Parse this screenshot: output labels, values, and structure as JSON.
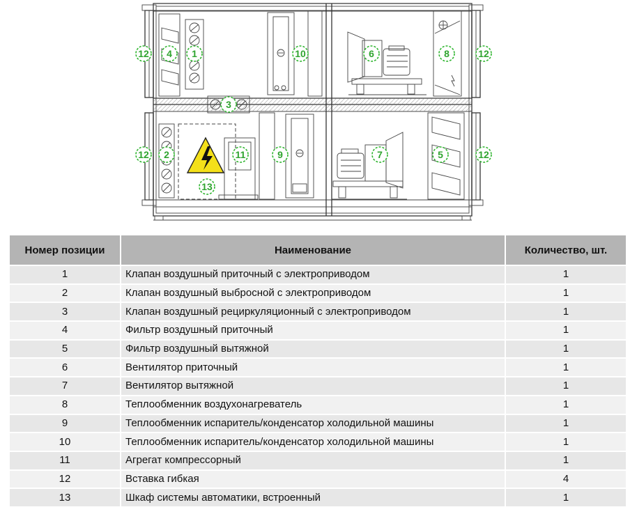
{
  "diagram": {
    "labels": [
      "1",
      "2",
      "3",
      "4",
      "5",
      "6",
      "7",
      "8",
      "9",
      "10",
      "11",
      "12",
      "13"
    ]
  },
  "table": {
    "headers": [
      "Номер позиции",
      "Наименование",
      "Количество, шт."
    ],
    "rows": [
      {
        "num": "1",
        "name": "Клапан воздушный приточный с электроприводом",
        "qty": "1"
      },
      {
        "num": "2",
        "name": "Клапан воздушный выбросной с электроприводом",
        "qty": "1"
      },
      {
        "num": "3",
        "name": "Клапан воздушный рециркуляционный с электроприводом",
        "qty": "1"
      },
      {
        "num": "4",
        "name": "Фильтр воздушный приточный",
        "qty": "1"
      },
      {
        "num": "5",
        "name": "Фильтр воздушный вытяжной",
        "qty": "1"
      },
      {
        "num": "6",
        "name": "Вентилятор приточный",
        "qty": "1"
      },
      {
        "num": "7",
        "name": "Вентилятор вытяжной",
        "qty": "1"
      },
      {
        "num": "8",
        "name": "Теплообменник воздухонагреватель",
        "qty": "1"
      },
      {
        "num": "9",
        "name": "Теплообменник испаритель/конденсатор холодильной машины",
        "qty": "1"
      },
      {
        "num": "10",
        "name": "Теплообменник испаритель/конденсатор холодильной машины",
        "qty": "1"
      },
      {
        "num": "11",
        "name": "Агрегат компрессорный",
        "qty": "1"
      },
      {
        "num": "12",
        "name": "Вставка гибкая",
        "qty": "4"
      },
      {
        "num": "13",
        "name": "Шкаф системы автоматики, встроенный",
        "qty": "1"
      }
    ]
  },
  "colors": {
    "label_green": "#2fb52f",
    "warning_yellow": "#f4e01a",
    "header_gray": "#b4b4b4",
    "row_gray": "#e7e7e7"
  },
  "icons": [
    "high-voltage-warning-icon",
    "fan-icon",
    "motor-icon",
    "damper-icon"
  ]
}
